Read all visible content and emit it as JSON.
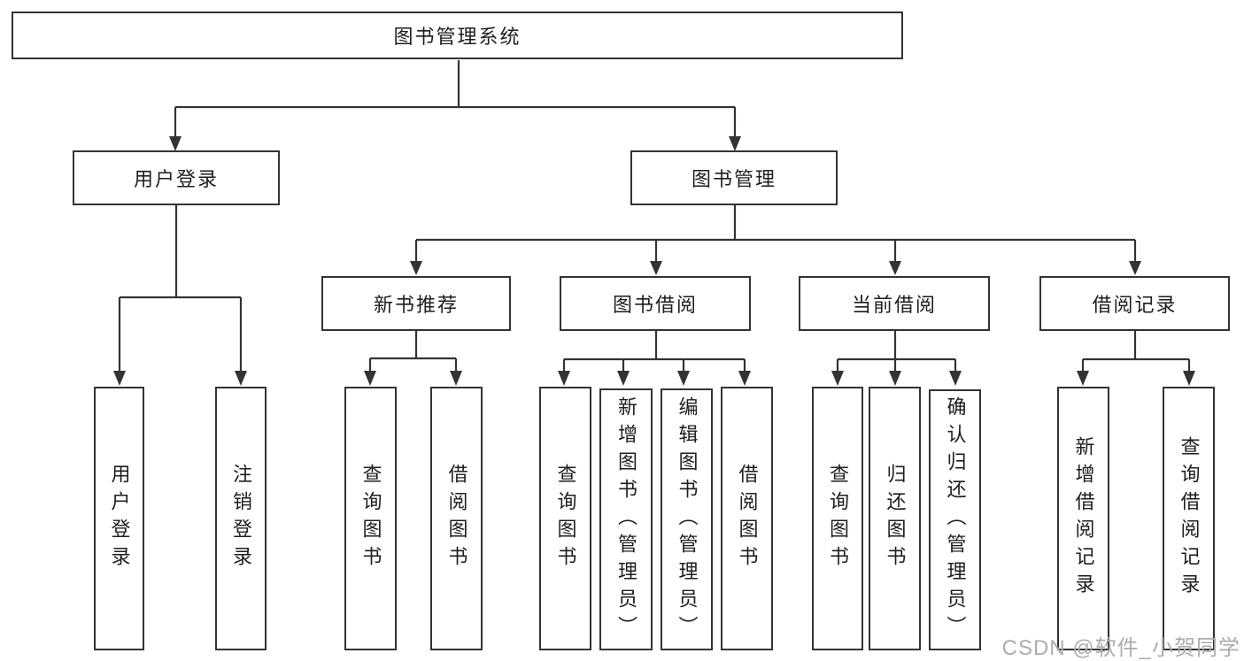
{
  "tree": {
    "root": {
      "label": "图书管理系统"
    },
    "children": [
      {
        "label": "用户登录",
        "children": [
          {
            "label": "用户登录"
          },
          {
            "label": "注销登录"
          }
        ]
      },
      {
        "label": "图书管理",
        "children": [
          {
            "label": "新书推荐",
            "children": [
              {
                "label": "查询图书"
              },
              {
                "label": "借阅图书"
              }
            ]
          },
          {
            "label": "图书借阅",
            "children": [
              {
                "label": "查询图书"
              },
              {
                "label": "新增图书（管理员）"
              },
              {
                "label": "编辑图书（管理员）"
              },
              {
                "label": "借阅图书"
              }
            ]
          },
          {
            "label": "当前借阅",
            "children": [
              {
                "label": "查询图书"
              },
              {
                "label": "归还图书"
              },
              {
                "label": "确认归还（管理员）"
              }
            ]
          },
          {
            "label": "借阅记录",
            "children": [
              {
                "label": "新增借阅记录"
              },
              {
                "label": "查询借阅记录"
              }
            ]
          }
        ]
      }
    ]
  },
  "watermark": {
    "text": "CSDN @软件_小贺同学"
  },
  "colors": {
    "line": "#333333",
    "text": "#1e1e1e",
    "watermark": "#acacac",
    "background": "#ffffff"
  }
}
